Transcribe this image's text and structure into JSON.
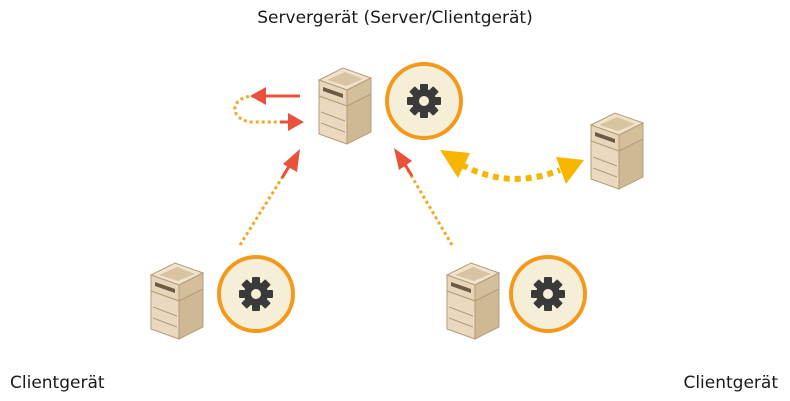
{
  "diagram": {
    "server_label": "Servergerät (Server/Clientgerät)",
    "client_left_label": "Clientgerät",
    "client_right_label": "Clientgerät",
    "nodes": [
      {
        "role": "server",
        "has_settings_badge": true
      },
      {
        "role": "client-left",
        "has_settings_badge": true
      },
      {
        "role": "client-right",
        "has_settings_badge": true
      },
      {
        "role": "remote-device",
        "has_settings_badge": false
      }
    ],
    "icons": {
      "device": "printer-icon",
      "badge": "gear-icon"
    },
    "colors": {
      "arrow_red": "#e8513a",
      "dots_orange": "#f5a623",
      "remote_arrow": "#f7b500",
      "badge_ring": "#f39a1d",
      "badge_fill": "#f6efd8",
      "gear": "#3a3a3a",
      "device_body": "#e8d6bb",
      "device_dark": "#b59c78"
    }
  }
}
